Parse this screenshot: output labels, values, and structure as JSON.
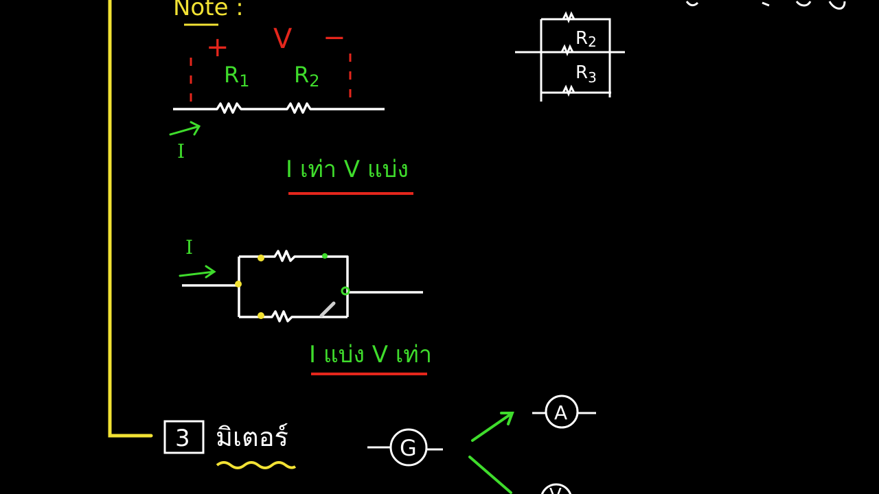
{
  "colors": {
    "background": "#000000",
    "chalk_white": "#ffffff",
    "chalk_yellow": "#f2e234",
    "chalk_green": "#3fdc2c",
    "chalk_red": "#e4261c"
  },
  "heading": {
    "note": "Note :"
  },
  "series_circuit": {
    "polarity_plus": "+",
    "voltage_label": "V",
    "polarity_minus": "−",
    "resistor_1": "R",
    "resistor_1_sub": "1",
    "resistor_2": "R",
    "resistor_2_sub": "2",
    "current_label": "I",
    "rule": "I เท่า V แบ่ง"
  },
  "parallel_circuit": {
    "current_label": "I",
    "rule": "I แบ่ง V เท่า"
  },
  "top_right_network": {
    "resistor_2": "R",
    "resistor_2_sub": "2",
    "resistor_3": "R",
    "resistor_3_sub": "3"
  },
  "section_3": {
    "number": "3",
    "title": "มิเตอร์"
  },
  "meters": {
    "galvanometer": "G",
    "ammeter": "A",
    "voltmeter": "V"
  }
}
